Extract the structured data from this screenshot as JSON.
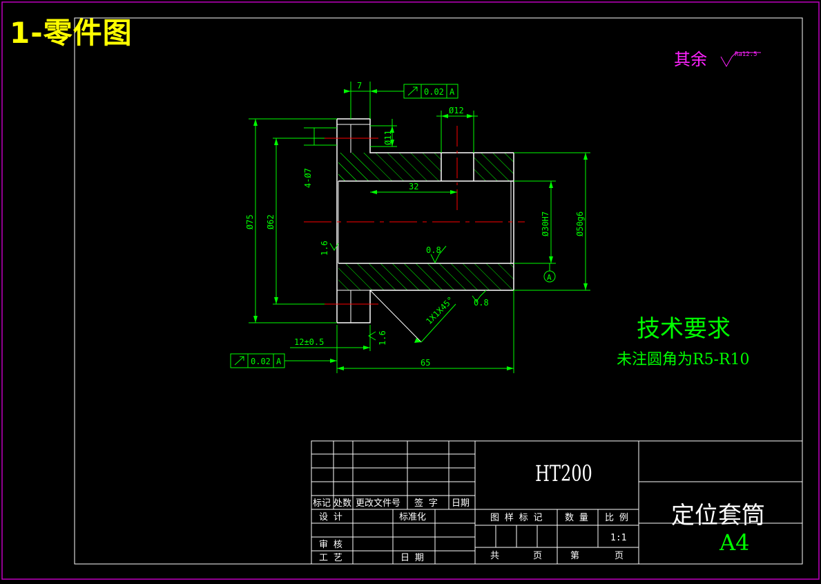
{
  "sheet": {
    "heading": "1-零件图",
    "roughness_note": "其余",
    "roughness_value": "Ra12.5"
  },
  "dimensions": {
    "width_7": "7",
    "tol_top_value": "0.02",
    "tol_top_datum": "A",
    "dia_12": "Ø12",
    "dia_11": "Ø11",
    "holes_4x7": "4-Ø7",
    "len_32": "32",
    "dia_75": "Ø75",
    "dia_62": "Ø62",
    "dia_30h7": "Ø30H7",
    "dia_50g6": "Ø50g6",
    "rough_1_6_left": "1.6",
    "rough_0_8_bore": "0.8",
    "rough_0_8_outer": "0.8",
    "rough_1_6_bottom": "1.6",
    "chamfer": "1X1X45°",
    "datum_label": "A",
    "len_12": "12±0.5",
    "tol_bottom_value": "0.02",
    "tol_bottom_datum": "A",
    "len_65": "65"
  },
  "tech_requirements": {
    "title": "技术要求",
    "line1": "未注圆角为R5-R10"
  },
  "title_block": {
    "header_labels": [
      "标记",
      "处数",
      "更改文件号",
      "签 字",
      "日期"
    ],
    "design": "设 计",
    "standardization": "标准化",
    "review": "审 核",
    "process": "工 艺",
    "date": "日 期",
    "material": "HT200",
    "drawing_mark": "图 样 标 记",
    "quantity": "数 量",
    "scale_label": "比 例",
    "scale_value": "1:1",
    "total": "共",
    "sheet_page": "页",
    "sheet_no": "第",
    "sheet_page2": "页",
    "part_name": "定位套筒",
    "paper_size": "A4"
  },
  "colors": {
    "background": "#000000",
    "outline": "#ffffff",
    "dimension": "#00ff00",
    "centerline": "#ff0000",
    "border": "#c000c0",
    "heading": "#ffff00",
    "roughness": "#ff22ff"
  }
}
